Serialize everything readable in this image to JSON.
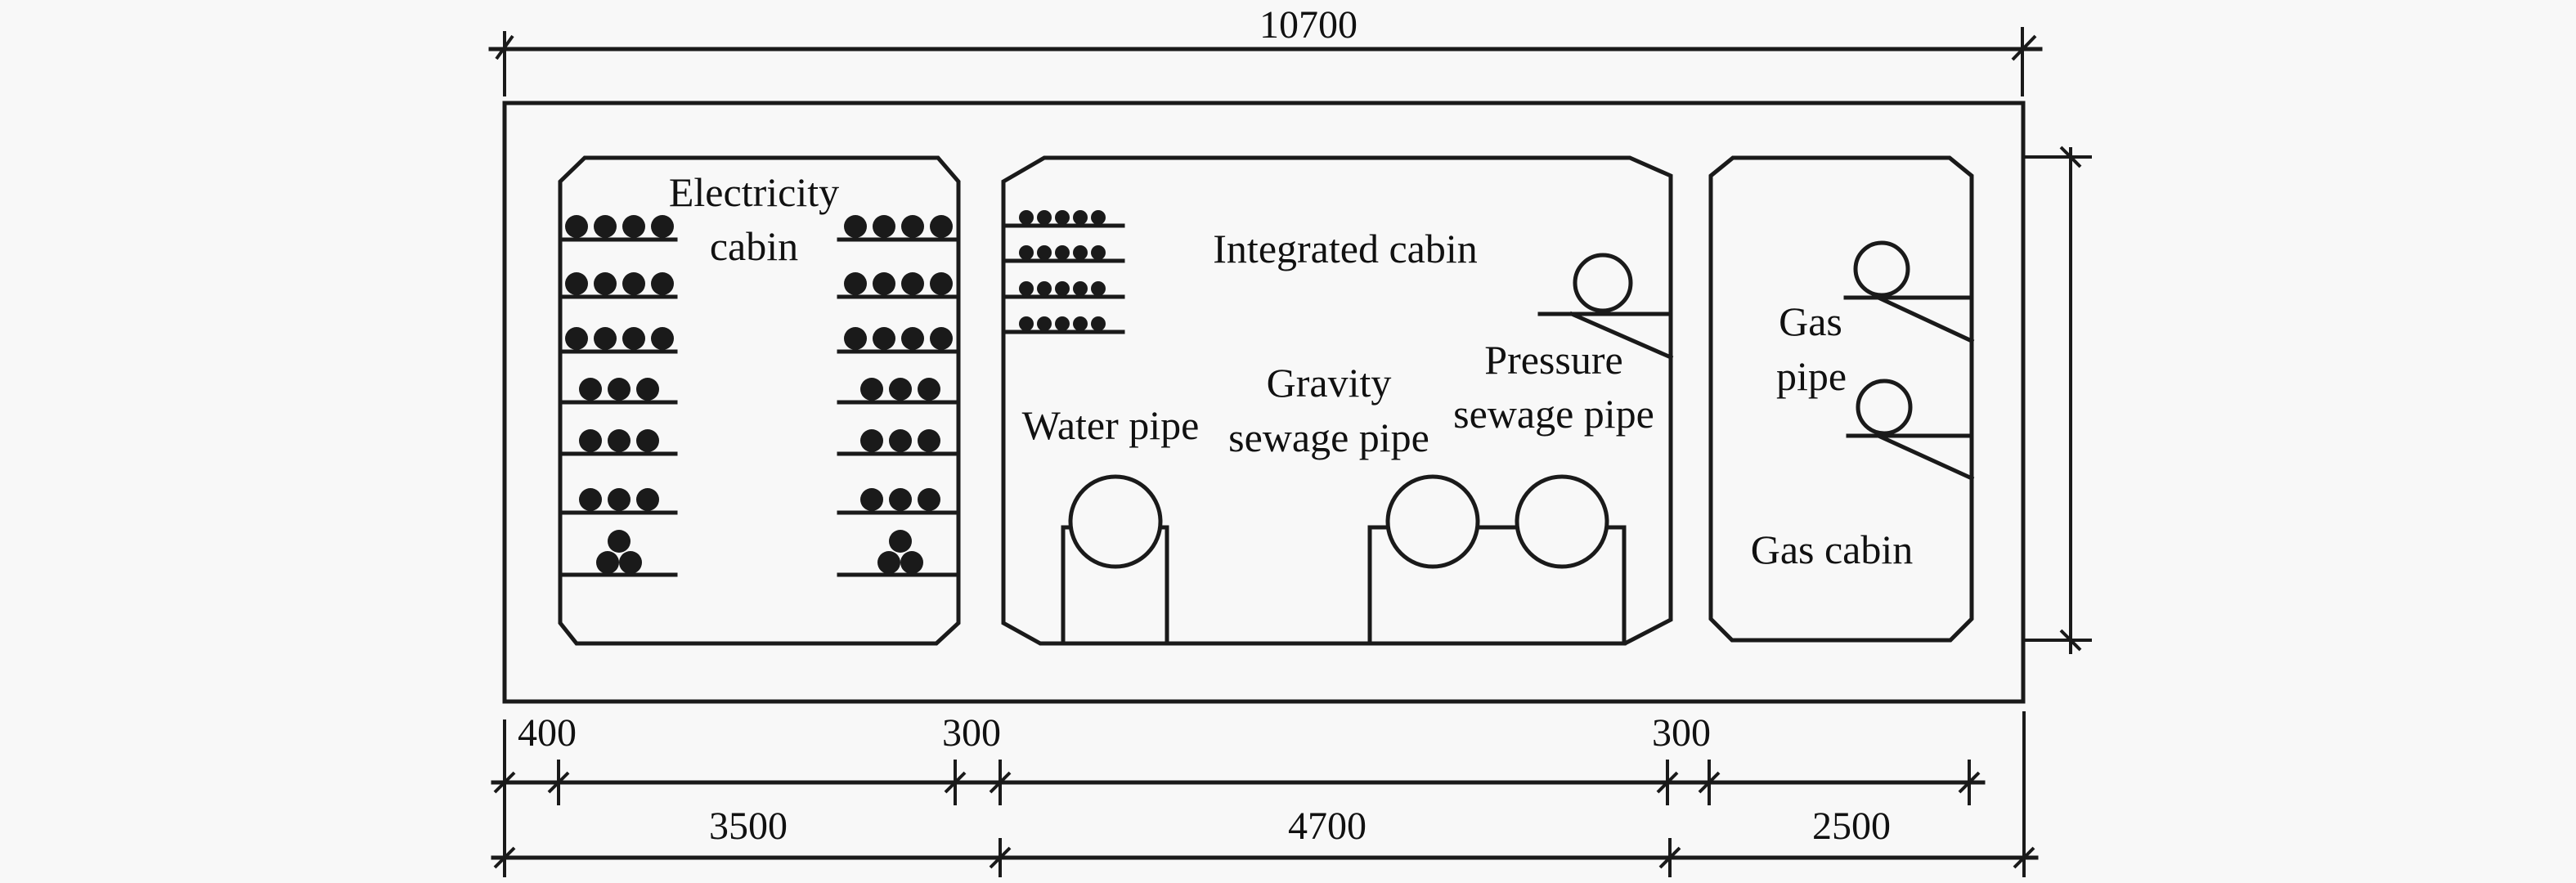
{
  "figure": {
    "description": "Cross-section of utility tunnel with three cabins",
    "background": "#f8f8f8",
    "line_color": "#1a1a1a"
  },
  "cabins": {
    "electricity": {
      "label_line1": "Electricity",
      "label_line2": "cabin",
      "left_rack_cable_counts": [
        4,
        4,
        4,
        3,
        3,
        3,
        3
      ],
      "right_rack_cable_counts": [
        4,
        4,
        4,
        3,
        3,
        3,
        3
      ],
      "bottom_shelf_arrangement": "triangle"
    },
    "integrated": {
      "label": "Integrated cabin",
      "small_rack_cable_counts": [
        5,
        5,
        5,
        5
      ],
      "water_pipe_label": "Water pipe",
      "gravity_label_line1": "Gravity",
      "gravity_label_line2": "sewage pipe",
      "pressure_label_line1": "Pressure",
      "pressure_label_line2": "sewage pipe"
    },
    "gas": {
      "label": "Gas cabin",
      "pipe_label_line1": "Gas",
      "pipe_label_line2": "pipe",
      "pipe_count": 2
    }
  },
  "dimensions": {
    "unit": "mm",
    "overall_width": "10700",
    "inner_row": {
      "wall_left": "400",
      "partition_1": "300",
      "partition_2": "300"
    },
    "cabin_row": {
      "electricity": "3500",
      "integrated": "4700",
      "gas": "2500"
    }
  }
}
